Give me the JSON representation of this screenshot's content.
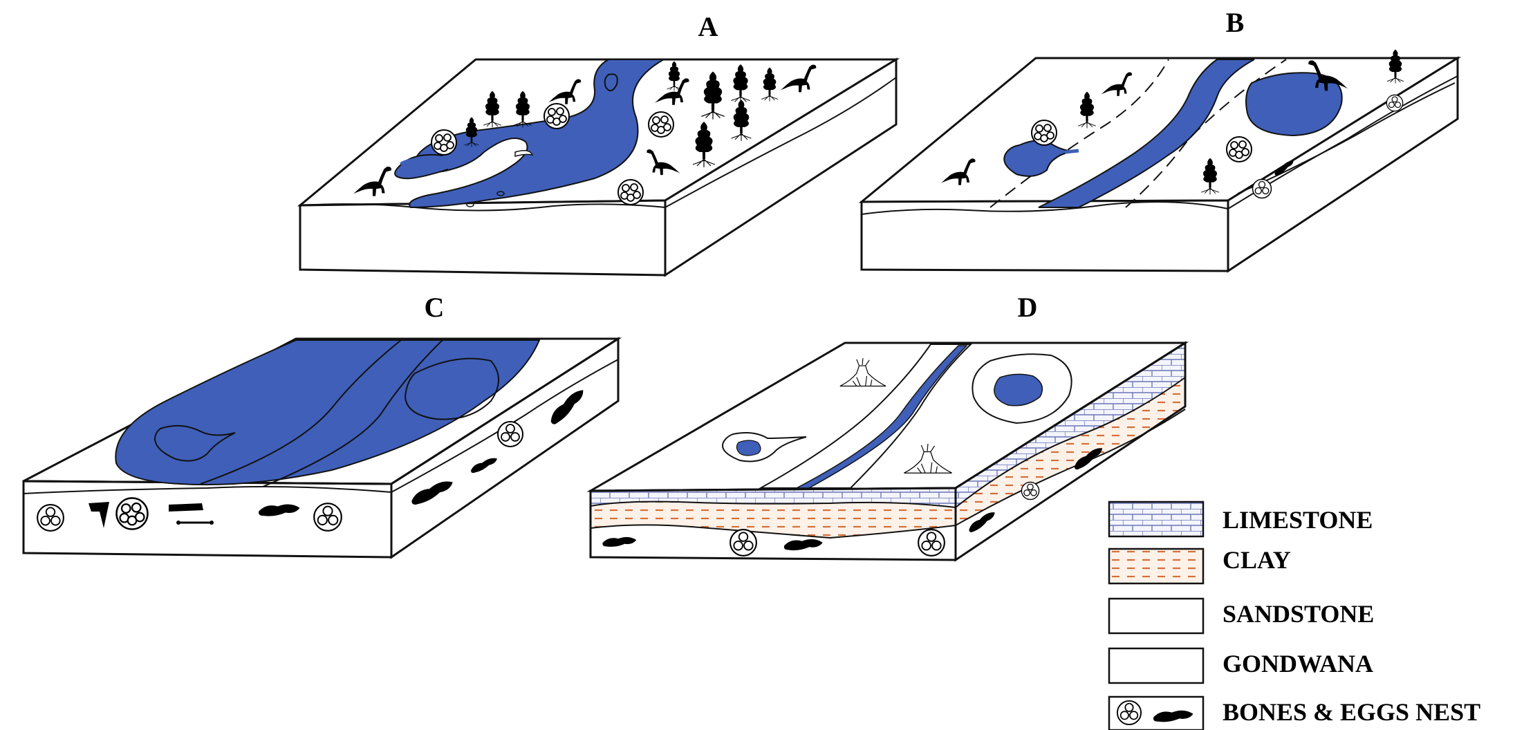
{
  "panels": [
    {
      "label": "A"
    },
    {
      "label": "B"
    },
    {
      "label": "C"
    },
    {
      "label": "D"
    }
  ],
  "legend": [
    {
      "label": "LIMESTONE",
      "swatch": "limestone-pattern"
    },
    {
      "label": "CLAY",
      "swatch": "clay-pattern"
    },
    {
      "label": "SANDSTONE",
      "swatch": "plain-white"
    },
    {
      "label": "GONDWANA",
      "swatch": "plain-white"
    },
    {
      "label": "BONES & EGGS NEST",
      "swatch": "egg-nest-and-bone-icons"
    }
  ],
  "colors": {
    "water": "#3f5fb8",
    "clay_dash": "#d2703a",
    "clay_fill": "#fdf1e8",
    "limestone_line": "#6b74b8",
    "outline": "#111111",
    "fossil": "#000000"
  },
  "icons": [
    "dinosaur-icon",
    "tree-icon",
    "egg-nest-icon",
    "bone-icon",
    "volcano-icon"
  ]
}
